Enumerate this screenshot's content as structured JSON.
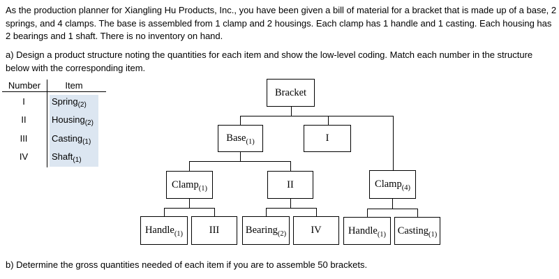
{
  "problem": {
    "intro": "As the production planner for Xiangling Hu Products, Inc., you have been given a bill of material for a bracket that is made up of a base, 2 springs, and 4 clamps. The base is assembled from 1 clamp and 2 housings. Each clamp has 1 handle and 1 casting. Each housing has 2 bearings and 1 shaft. There is no inventory on hand.",
    "part_a": "a) Design a product structure noting the quantities for each item and show the low-level coding. Match each number in the structure below with the corresponding item.",
    "part_b": "b) Determine the gross quantities needed of each item if you are to assemble 50 brackets."
  },
  "match_table": {
    "headers": {
      "number": "Number",
      "item": "Item"
    },
    "item_column_bg": "#dce6f1",
    "rows": [
      {
        "number": "I",
        "item": "Spring",
        "qty": "(2)"
      },
      {
        "number": "II",
        "item": "Housing",
        "qty": "(2)"
      },
      {
        "number": "III",
        "item": "Casting",
        "qty": "(1)"
      },
      {
        "number": "IV",
        "item": "Shaft",
        "qty": "(1)"
      }
    ]
  },
  "diagram": {
    "type": "product-structure-tree",
    "boxes": [
      {
        "id": "bracket",
        "label": "Bracket",
        "sub": ""
      },
      {
        "id": "base",
        "label": "Base",
        "sub": "(1)"
      },
      {
        "id": "slot-i",
        "label": "I",
        "sub": ""
      },
      {
        "id": "clamp-1",
        "label": "Clamp",
        "sub": "(1)"
      },
      {
        "id": "slot-ii",
        "label": "II",
        "sub": ""
      },
      {
        "id": "clamp-4",
        "label": "Clamp",
        "sub": "(4)"
      },
      {
        "id": "handle-left",
        "label": "Handle",
        "sub": "(1)"
      },
      {
        "id": "slot-iii",
        "label": "III",
        "sub": ""
      },
      {
        "id": "bearing",
        "label": "Bearing",
        "sub": "(2)"
      },
      {
        "id": "slot-iv",
        "label": "IV",
        "sub": ""
      },
      {
        "id": "handle-right",
        "label": "Handle",
        "sub": "(1)"
      },
      {
        "id": "casting",
        "label": "Casting",
        "sub": "(1)"
      }
    ],
    "edges": [
      [
        "bracket",
        "base"
      ],
      [
        "bracket",
        "slot-i"
      ],
      [
        "bracket",
        "clamp-4"
      ],
      [
        "base",
        "clamp-1"
      ],
      [
        "base",
        "slot-ii"
      ],
      [
        "clamp-1",
        "handle-left"
      ],
      [
        "clamp-1",
        "slot-iii"
      ],
      [
        "slot-ii",
        "bearing"
      ],
      [
        "slot-ii",
        "slot-iv"
      ],
      [
        "clamp-4",
        "handle-right"
      ],
      [
        "clamp-4",
        "casting"
      ]
    ]
  }
}
